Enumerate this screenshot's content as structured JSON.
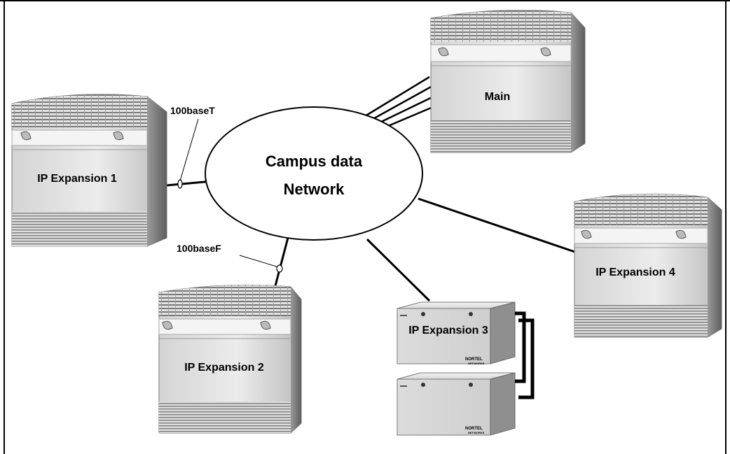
{
  "network": {
    "line1": "Campus data",
    "line2": "Network"
  },
  "links": {
    "copper": "100baseT",
    "fiber": "100baseF"
  },
  "cabinets": {
    "main": "Main",
    "exp1": "IP Expansion 1",
    "exp2": "IP Expansion 2",
    "exp3": "IP Expansion 3",
    "exp4": "IP Expansion 4"
  },
  "brand": {
    "line1": "NORTEL",
    "line2": "NETWORKS"
  }
}
